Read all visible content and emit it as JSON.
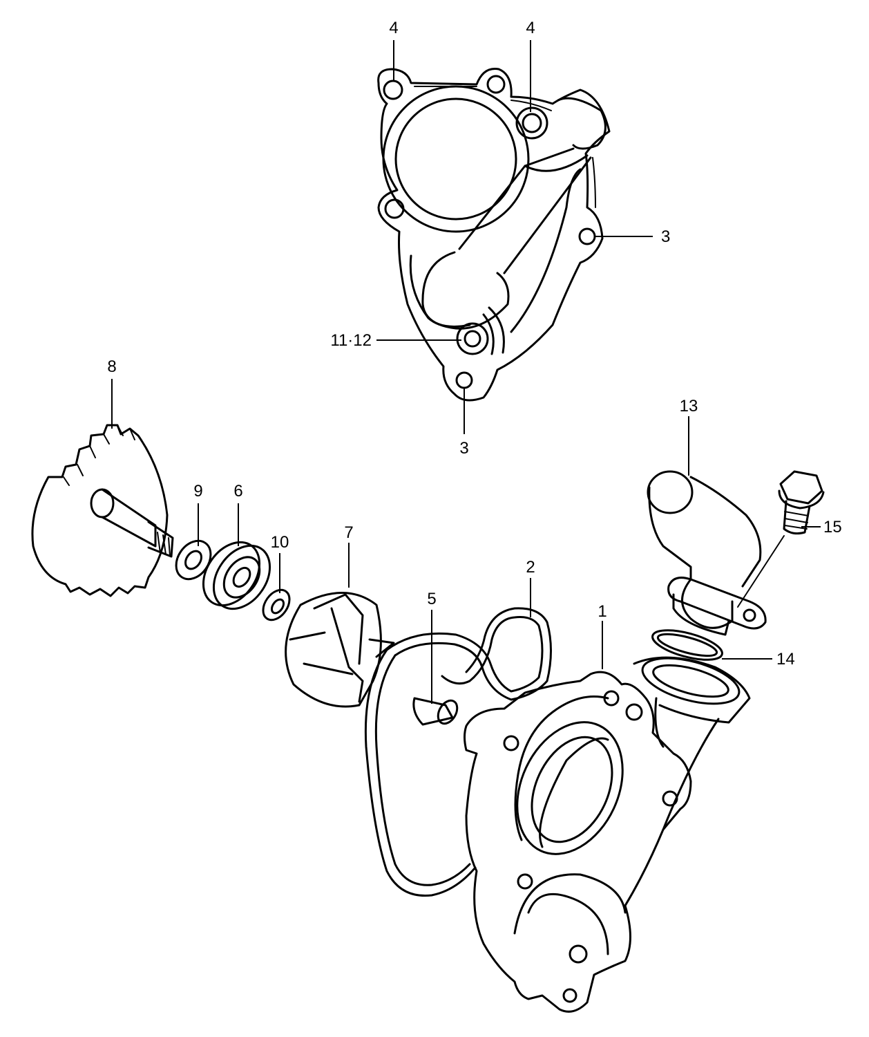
{
  "callouts": {
    "c4a": "4",
    "c4b": "4",
    "c3a": "3",
    "c3b": "3",
    "c1112": "11·12",
    "c8": "8",
    "c9": "9",
    "c6": "6",
    "c10": "10",
    "c7": "7",
    "c5": "5",
    "c2": "2",
    "c1": "1",
    "c13": "13",
    "c14": "14",
    "c15": "15"
  }
}
